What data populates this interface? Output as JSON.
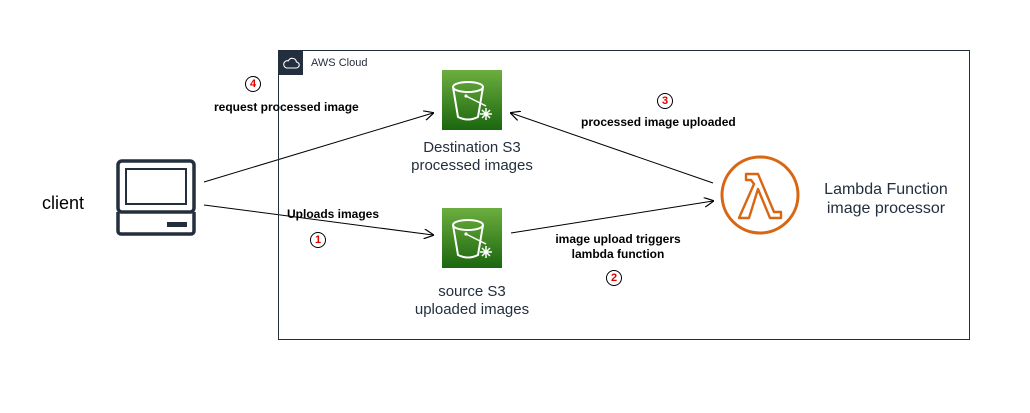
{
  "cloud": {
    "label": "AWS Cloud",
    "icon": "cloud-icon"
  },
  "client": {
    "label": "client",
    "icon": "laptop-icon"
  },
  "destination_s3": {
    "line1": "Destination S3",
    "line2": "processed images",
    "icon": "s3-bucket-icon"
  },
  "source_s3": {
    "line1": "source S3",
    "line2": "uploaded images",
    "icon": "s3-bucket-icon"
  },
  "lambda": {
    "line1": "Lambda Function",
    "line2": "image processor",
    "icon": "lambda-icon"
  },
  "steps": {
    "one": {
      "number": "1",
      "label": "Uploads images"
    },
    "two": {
      "number": "2",
      "label_line1": "image upload triggers",
      "label_line2": "lambda function"
    },
    "three": {
      "number": "3",
      "label": "processed image uploaded"
    },
    "four": {
      "number": "4",
      "label": "request processed image"
    }
  },
  "colors": {
    "s3_green": "#3f8624",
    "lambda_orange": "#d86613",
    "aws_dark": "#232f3e",
    "step_number_red": "#e00000"
  }
}
